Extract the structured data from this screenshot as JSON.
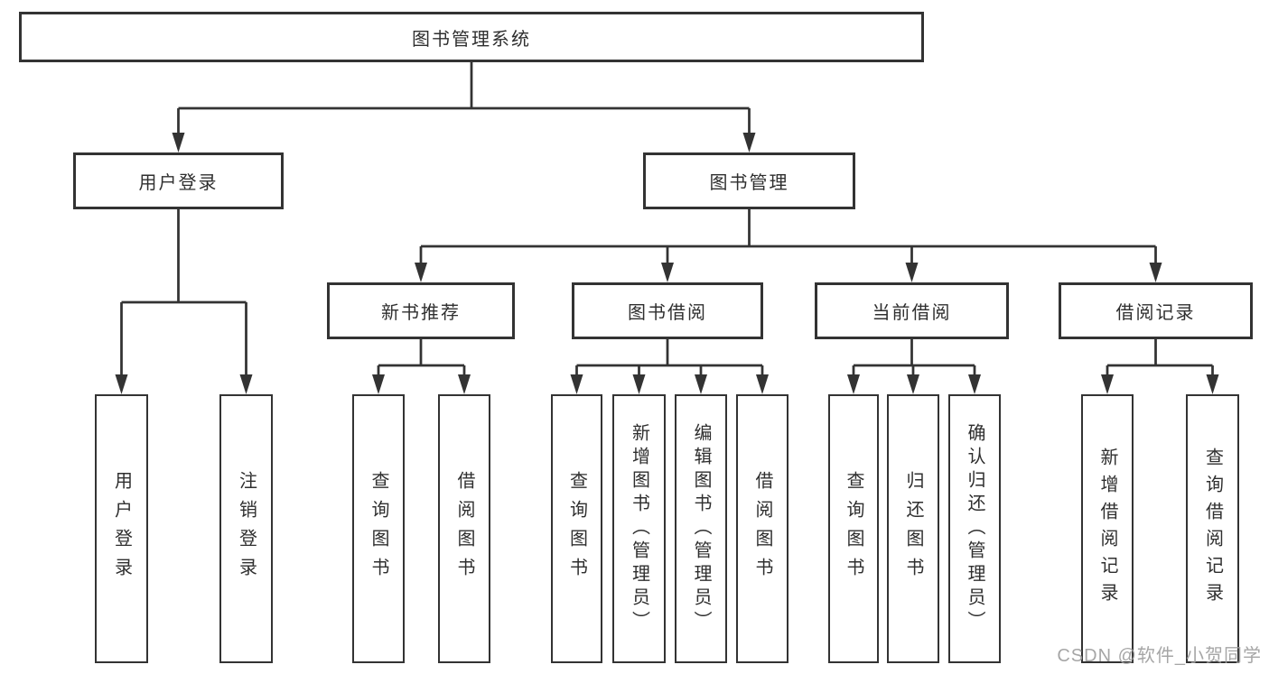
{
  "diagram_type": "hierarchy-tree",
  "colors": {
    "line": "#333333",
    "box_border": "#333333",
    "box_fill": "#ffffff",
    "text": "#2f2f2f",
    "watermark": "#9e9e9e"
  },
  "tree": {
    "label": "图书管理系统",
    "children": [
      {
        "label": "用户登录",
        "children": [
          {
            "label": "用户登录"
          },
          {
            "label": "注销登录"
          }
        ]
      },
      {
        "label": "图书管理",
        "children": [
          {
            "label": "新书推荐",
            "children": [
              {
                "label": "查询图书"
              },
              {
                "label": "借阅图书"
              }
            ]
          },
          {
            "label": "图书借阅",
            "children": [
              {
                "label": "查询图书"
              },
              {
                "label": "新增图书（管理员）"
              },
              {
                "label": "编辑图书（管理员）"
              },
              {
                "label": "借阅图书"
              }
            ]
          },
          {
            "label": "当前借阅",
            "children": [
              {
                "label": "查询图书"
              },
              {
                "label": "归还图书"
              },
              {
                "label": "确认归还（管理员）"
              }
            ]
          },
          {
            "label": "借阅记录",
            "children": [
              {
                "label": "新增借阅记录"
              },
              {
                "label": "查询借阅记录"
              }
            ]
          }
        ]
      }
    ]
  },
  "watermark": "CSDN @软件_小贺同学"
}
